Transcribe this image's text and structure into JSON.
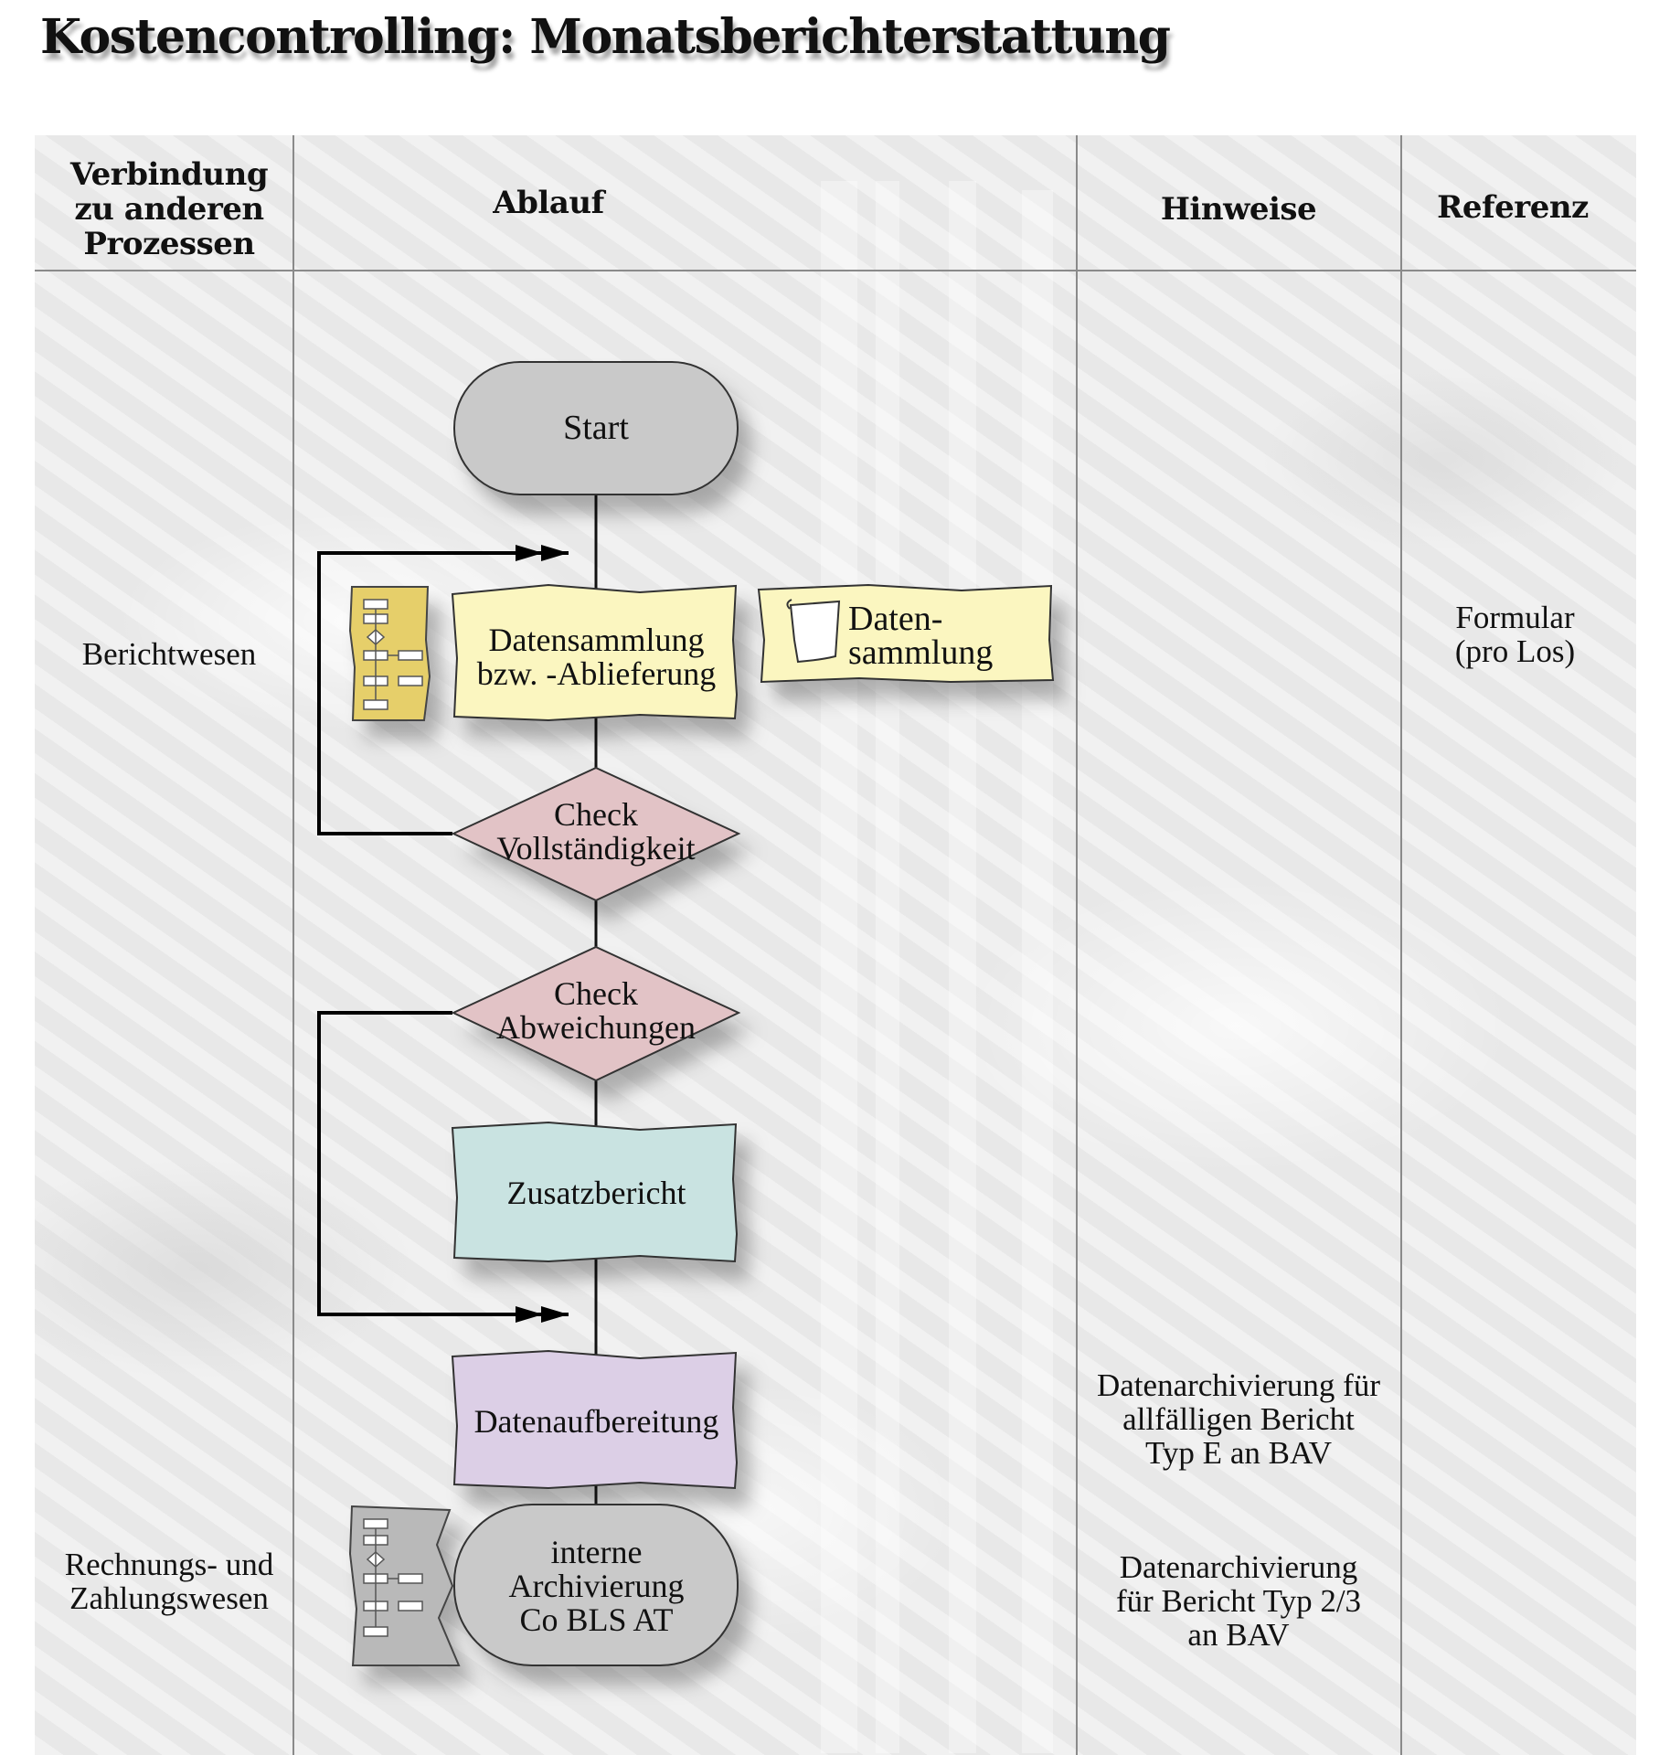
{
  "title": "Kostencontrolling: Monatsberichterstattung",
  "columns": {
    "connections": "Verbindung zu anderen Prozessen",
    "flow": "Ablauf",
    "notes": "Hinweise",
    "reference": "Referenz"
  },
  "connections": {
    "berichtwesen": "Berichtwesen",
    "rechnungswesen": "Rechnungs- und Zahlungswesen"
  },
  "nodes": {
    "start": "Start",
    "datensammlung": "Datensammlung bzw. -Ablieferung",
    "datensammlung_doc": "Daten- sammlung",
    "check_vollstaendigkeit": "Check Vollständigkeit",
    "check_abweichungen": "Check Abweichungen",
    "zusatzbericht": "Zusatzbericht",
    "datenaufbereitung": "Datenaufbereitung",
    "archivierung": "interne Archivierung Co BLS AT"
  },
  "notes": {
    "note_typ_e": "Datenarchivierung für allfälligen Bericht Typ E an BAV",
    "note_typ_23": "Datenarchivierung für Bericht Typ 2/3 an BAV"
  },
  "references": {
    "formular": "Formular (pro Los)"
  },
  "colors": {
    "terminator": "#c9c9c9",
    "process_yellow": "#fbf6c0",
    "decision": "#e2c3c6",
    "zusatzbericht": "#c9e3e1",
    "datenaufbereitung": "#dccfe6",
    "subprocess_icon_yellow": "#e6cf6a",
    "subprocess_icon_gray": "#b9b9b9"
  },
  "icons": [
    "subprocess-flowchart-icon",
    "document-icon",
    "arrowhead-icon"
  ]
}
